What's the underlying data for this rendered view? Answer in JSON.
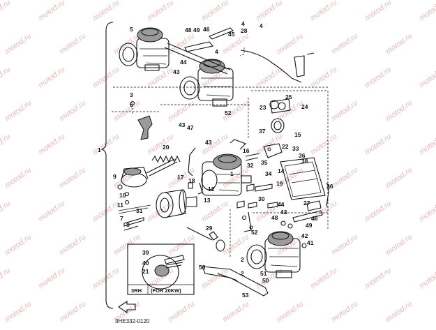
{
  "watermark": "motod.ru",
  "diagram_code": "3HE332-0120",
  "assembly_number": "1",
  "inset": {
    "model_code": "3RH",
    "note": "(FOR 20KW)",
    "parts": [
      "39",
      "40",
      "21"
    ]
  },
  "labels": [
    "5",
    "4",
    "46",
    "48",
    "49",
    "45",
    "4",
    "28",
    "4",
    "43",
    "44",
    "52",
    "3",
    "6",
    "25",
    "23",
    "24",
    "43",
    "47",
    "43",
    "20",
    "15",
    "37",
    "22",
    "16",
    "33",
    "36",
    "38",
    "32",
    "35",
    "14",
    "34",
    "1",
    "9",
    "10",
    "11",
    "7",
    "8",
    "18",
    "13",
    "12",
    "19",
    "2",
    "26",
    "30",
    "31",
    "44",
    "43",
    "29",
    "52",
    "48",
    "46",
    "42",
    "41",
    "2",
    "51",
    "50",
    "53",
    "53",
    "27",
    "17",
    "49"
  ]
}
